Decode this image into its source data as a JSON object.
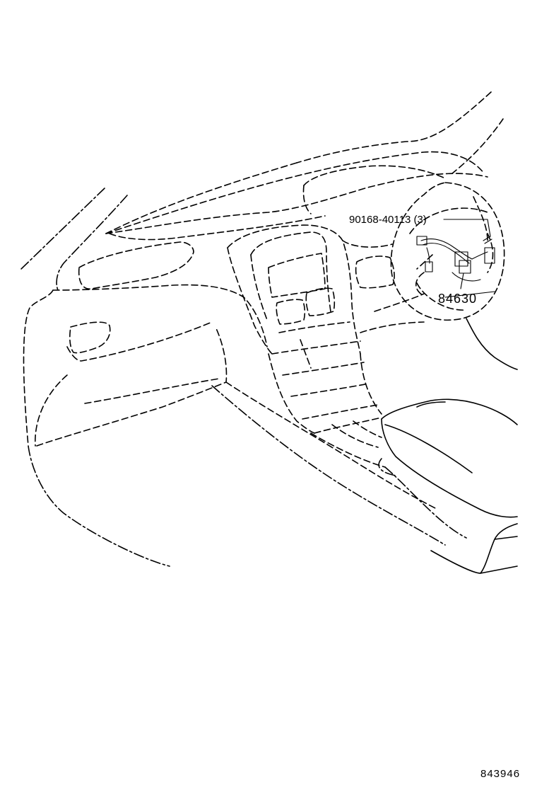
{
  "diagram": {
    "part_label_bolt": "90168-40113 (3)",
    "part_label_harness": "84630",
    "figure_number": "843946"
  }
}
